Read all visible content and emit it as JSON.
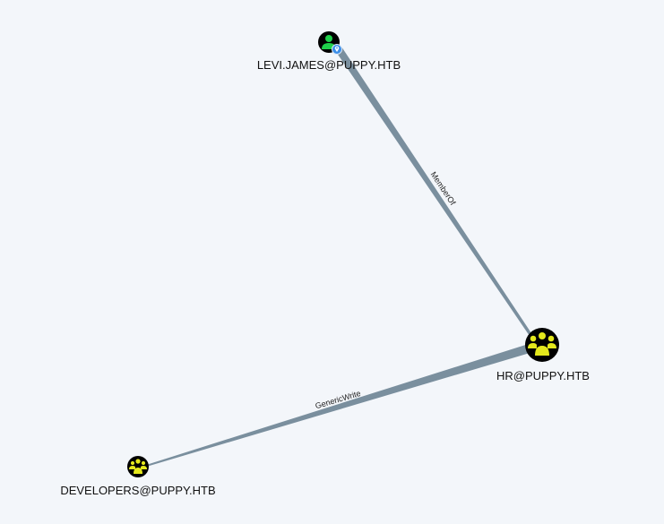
{
  "graph": {
    "background": "#f3f6fa",
    "edge_color": "#7a8f9e",
    "nodes": [
      {
        "id": "levi",
        "label": "LEVI.JAMES@PUPPY.HTB",
        "type": "user",
        "icon_color": "#1fd04a",
        "owned_badge": true
      },
      {
        "id": "hr",
        "label": "HR@PUPPY.HTB",
        "type": "group",
        "icon_color": "#e4e81c"
      },
      {
        "id": "dev",
        "label": "DEVELOPERS@PUPPY.HTB",
        "type": "group",
        "icon_color": "#e4e81c"
      }
    ],
    "edges": [
      {
        "from": "levi",
        "to": "hr",
        "label": "MemberOf"
      },
      {
        "from": "hr",
        "to": "dev",
        "label": "GenericWrite"
      }
    ]
  }
}
